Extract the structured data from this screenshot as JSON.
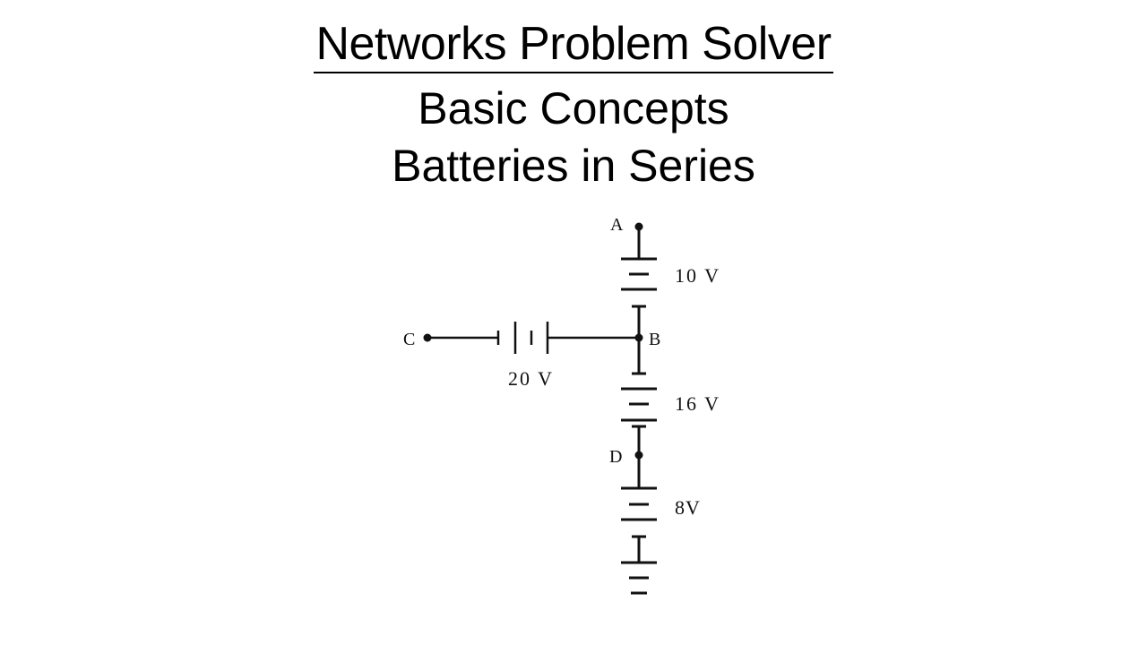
{
  "slide": {
    "title": "Networks Problem Solver",
    "subtitle_1": "Basic Concepts",
    "subtitle_2": "Batteries in Series"
  },
  "diagram": {
    "nodes": {
      "a": "A",
      "b": "B",
      "c": "C",
      "d": "D"
    },
    "batteries": {
      "top": "10 V",
      "horizontal": "20 V",
      "middle": "16 V",
      "bottom": "8V"
    }
  }
}
